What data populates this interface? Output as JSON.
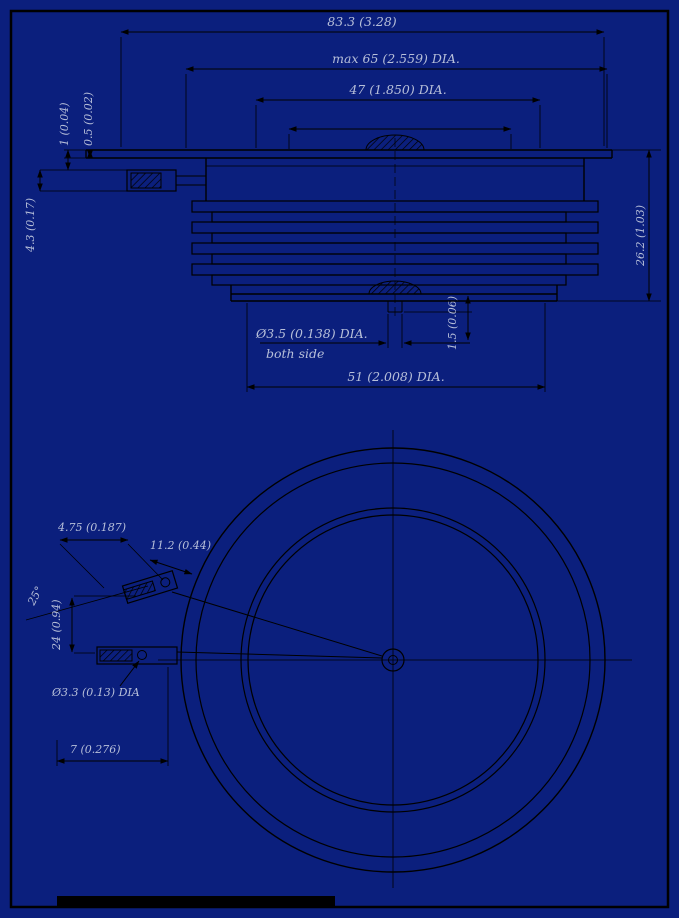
{
  "drawing": {
    "type": "technical-outline-drawing",
    "colors": {
      "background": "#0b1f7d",
      "line": "#000000",
      "text": "#b7bfd9"
    },
    "side_view": {
      "overall_width": "83.3 (3.28)",
      "max_dia": "max 65 (2.559) DIA.",
      "top_pole_dia": "47 (1.850) DIA.",
      "flange_thickness": "0.5 (0.02)",
      "flange_step": "1 (0.04)",
      "lead_height": "4.3 (0.17)",
      "body_height": "26.2 (1.03)",
      "gate_hole_dia": "Ø3.5 (0.138) DIA.",
      "gate_hole_note": "both side",
      "bottom_pole_dia": "51 (2.008) DIA.",
      "recess_depth": "1.5 (0.06)"
    },
    "top_view": {
      "lead_width": "4.75 (0.187)",
      "lead_length": "11.2 (0.44)",
      "lead_angle": "25°",
      "lead_spacing": "24 (0.94)",
      "hole_dia": "Ø3.3 (0.13) DIA",
      "lead_end_offset": "7 (0.276)"
    }
  }
}
